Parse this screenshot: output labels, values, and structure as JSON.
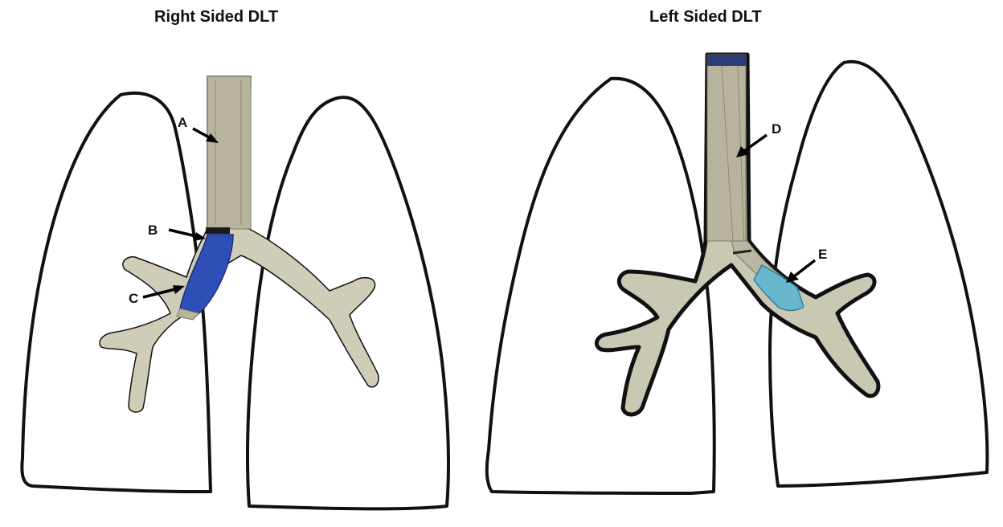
{
  "titles": {
    "right_panel": "Right Sided DLT",
    "left_panel": "Left Sided DLT"
  },
  "markers": {
    "A": "A",
    "B": "B",
    "C": "C",
    "D": "D",
    "E": "E"
  },
  "colors": {
    "airway_fill": "#cfcdb8",
    "tube_fill": "#b8b39c",
    "bronchial_cuff_right": "#2f4fb8",
    "bronchial_cuff_left": "#69b7cf"
  }
}
